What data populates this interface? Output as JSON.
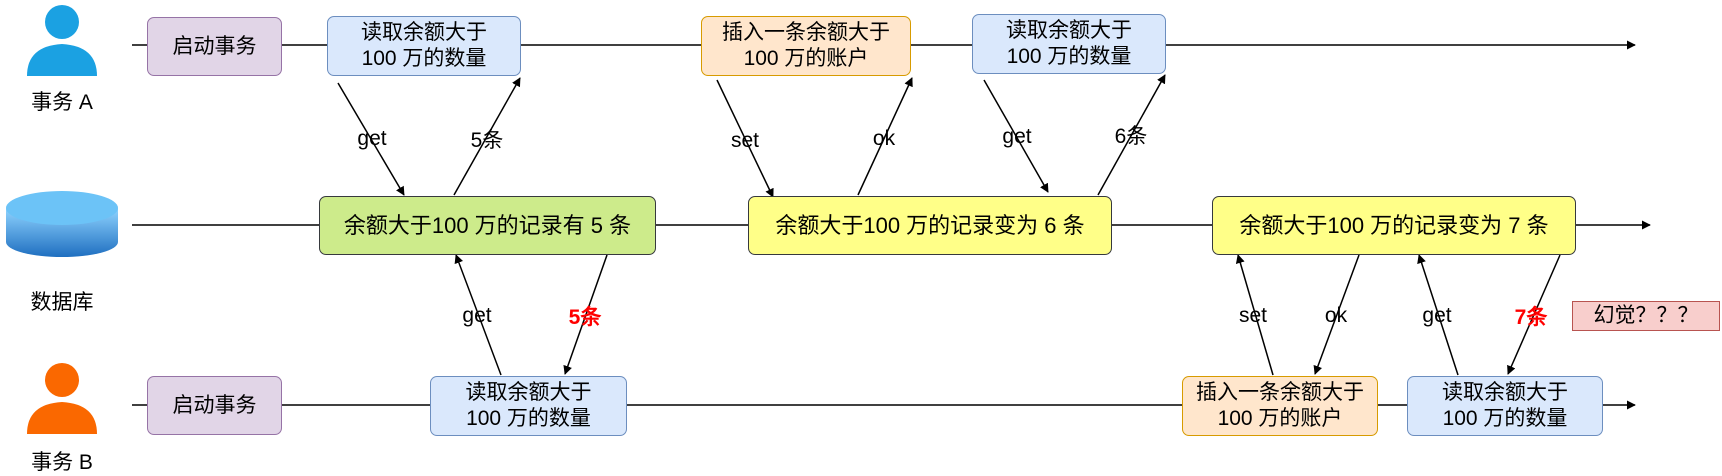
{
  "actors": {
    "a": {
      "label": "事务 A",
      "color": "#1ba1e2"
    },
    "db": {
      "label": "数据库",
      "color": "#2a8bd7"
    },
    "b": {
      "label": "事务 B",
      "color": "#fa6800"
    }
  },
  "boxes": {
    "a_start": "启动事务",
    "a_read1": "读取余额大于\n100 万的数量",
    "a_insert": "插入一条余额大于\n100 万的账户",
    "a_read2": "读取余额大于\n100 万的数量",
    "db_state1": "余额大于100 万的记录有 5 条",
    "db_state2": "余额大于100 万的记录变为 6 条",
    "db_state3": "余额大于100 万的记录变为 7 条",
    "b_start": "启动事务",
    "b_read1": "读取余额大于\n100 万的数量",
    "b_insert": "插入一条余额大于\n100 万的账户",
    "b_read2": "读取余额大于\n100 万的数量",
    "illusion": "幻觉？？？"
  },
  "edge_labels": {
    "a_get1": "get",
    "a_ret1": "5条",
    "a_set": "set",
    "a_ok": "ok",
    "a_get2": "get",
    "a_ret2": "6条",
    "b_get1": "get",
    "b_ret1": "5条",
    "b_set": "set",
    "b_ok": "ok",
    "b_get2": "get",
    "b_ret2": "7条"
  }
}
